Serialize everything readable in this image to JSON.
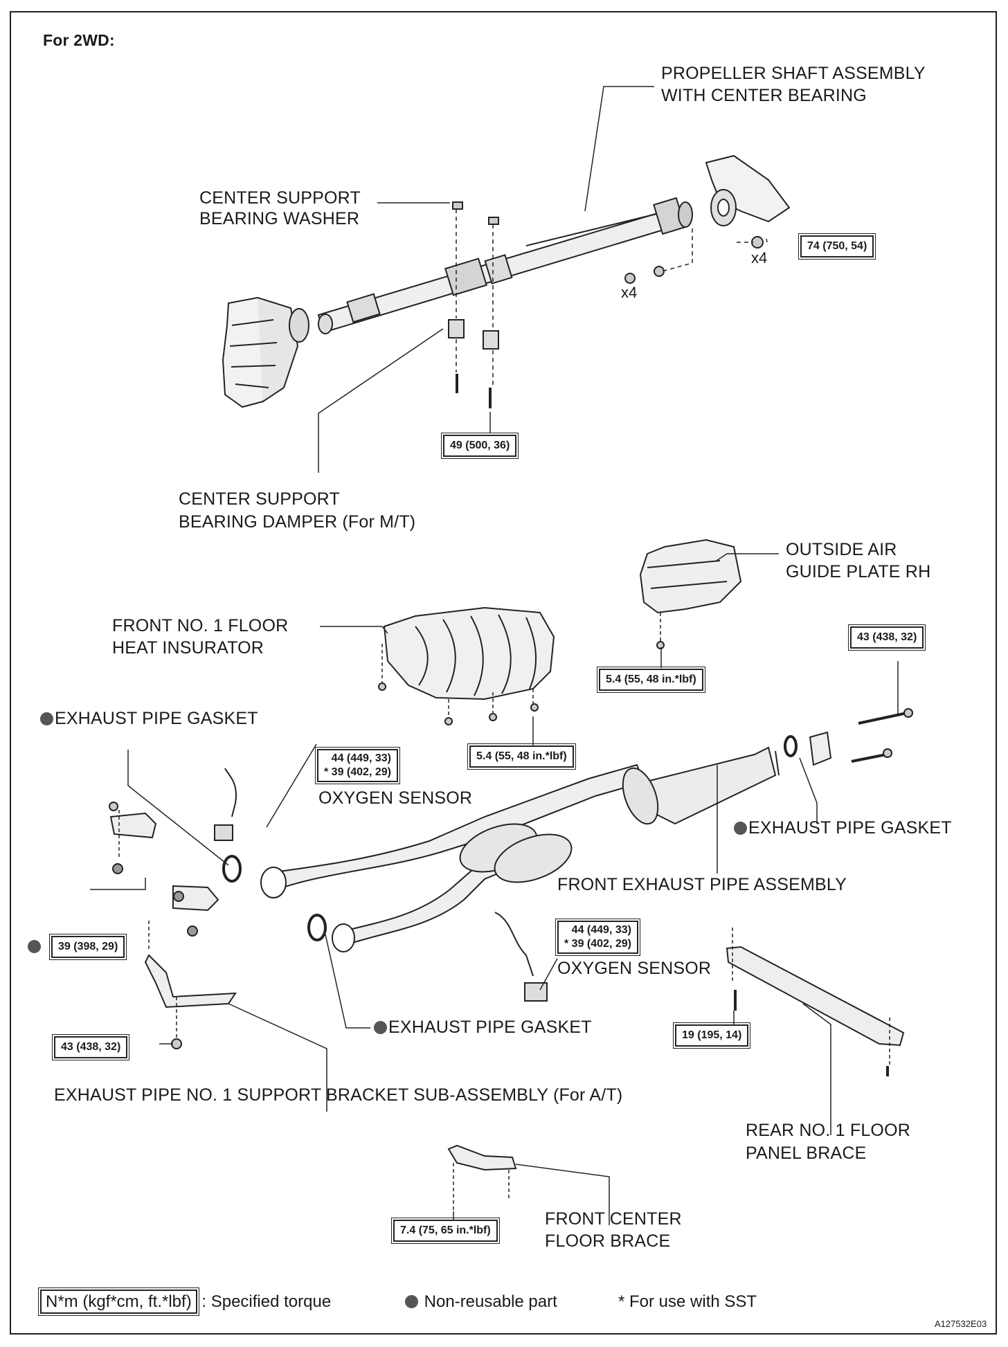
{
  "header": {
    "title": "For 2WD:"
  },
  "parts": {
    "propeller_shaft_1": "PROPELLER SHAFT ASSEMBLY",
    "propeller_shaft_2": "WITH CENTER BEARING",
    "center_support_washer_1": "CENTER SUPPORT",
    "center_support_washer_2": "BEARING WASHER",
    "center_support_damper_1": "CENTER SUPPORT",
    "center_support_damper_2": "BEARING DAMPER (For M/T)",
    "outside_air_guide_1": "OUTSIDE AIR",
    "outside_air_guide_2": "GUIDE PLATE RH",
    "front_floor_heat_1": "FRONT NO. 1 FLOOR",
    "front_floor_heat_2": "HEAT INSURATOR",
    "exhaust_gasket_top_left": "EXHAUST PIPE GASKET",
    "oxygen_sensor_upper": "OXYGEN SENSOR",
    "exhaust_gasket_right": "EXHAUST PIPE GASKET",
    "front_exhaust_pipe": "FRONT EXHAUST PIPE ASSEMBLY",
    "oxygen_sensor_lower": "OXYGEN SENSOR",
    "exhaust_gasket_lower": "EXHAUST PIPE GASKET",
    "support_bracket": "EXHAUST PIPE NO. 1 SUPPORT BRACKET SUB-ASSEMBLY (For A/T)",
    "rear_floor_brace_1": "REAR NO. 1 FLOOR",
    "rear_floor_brace_2": "PANEL BRACE",
    "front_center_brace_1": "FRONT CENTER",
    "front_center_brace_2": "FLOOR BRACE"
  },
  "quantities": {
    "x4_left": "x4",
    "x4_right": "x4"
  },
  "torques": {
    "t74": "74 (750, 54)",
    "t49": "49 (500, 36)",
    "t43_top": "43 (438, 32)",
    "t54_guide": "5.4 (55, 48 in.*lbf)",
    "t54_heat": "5.4 (55, 48 in.*lbf)",
    "o2_upper_1": "44 (449, 33)",
    "o2_upper_2": "* 39 (402, 29)",
    "o2_lower_1": "44 (449, 33)",
    "o2_lower_2": "* 39 (402, 29)",
    "t39": "39 (398, 29)",
    "t43_bottom": "43 (438, 32)",
    "t19": "19 (195, 14)",
    "t74_brace": "7.4 (75, 65 in.*lbf)"
  },
  "legend": {
    "torque_unit": "N*m (kgf*cm, ft.*lbf)",
    "torque_desc": ": Specified torque",
    "nonreusable": "Non-reusable part",
    "sst": "* For use with SST"
  },
  "figure_code": "A127532E03"
}
